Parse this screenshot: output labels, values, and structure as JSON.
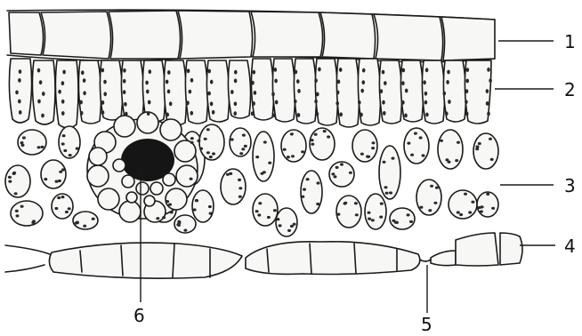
{
  "labels": {
    "l1": "1",
    "l2": "2",
    "l3": "3",
    "l4": "4",
    "l5": "5",
    "l6": "6"
  },
  "colors": {
    "ink": "#1a1a1a",
    "cell": "#f7f7f5",
    "bundle": "#151515"
  }
}
